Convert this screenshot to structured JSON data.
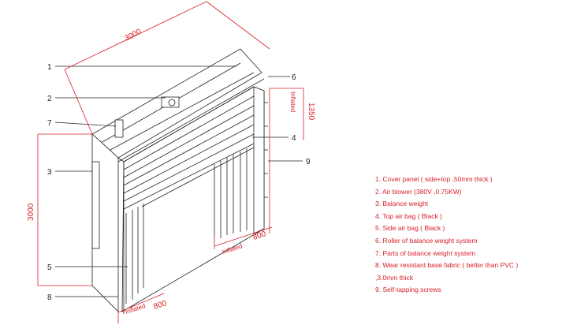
{
  "dimensions": {
    "width": "3000",
    "height": "3000",
    "top_depth": "1350",
    "top_state": "Inflated",
    "bottom_depth_left": "800",
    "bottom_depth_right": "800",
    "bottom_state_left": "Inflated",
    "bottom_state_right": "Inflated"
  },
  "callouts": [
    "1",
    "2",
    "7",
    "3",
    "5",
    "8",
    "6",
    "4",
    "9"
  ],
  "legend": [
    "1.   Cover panel ( side+top ,50mm thick )",
    "2.   Air blower (380V ,0.75KW)",
    "3.   Balance weight",
    "4.   Top air bag ( Black )",
    "5.   Side air bag ( Black )",
    "6.   Roller of balance weight system",
    "7.   Parts of balance weight system",
    "8.   Wear resistant base fabric ( better than PVC )",
    ",3.0mm thick",
    "9.   Self-tapping screws"
  ],
  "colors": {
    "dimension": "#d8202a",
    "line": "#222222"
  }
}
